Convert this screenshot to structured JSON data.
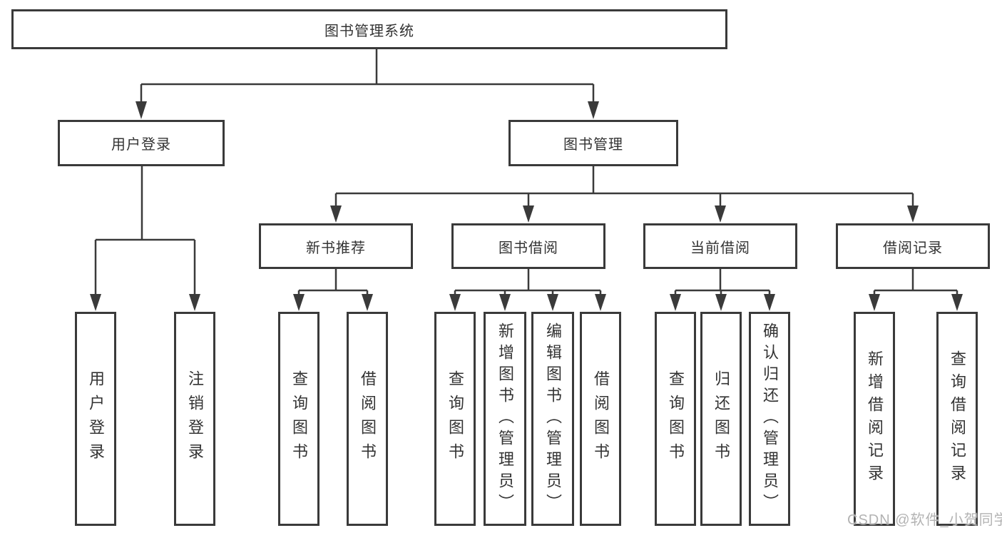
{
  "tree": {
    "root": {
      "label": "图书管理系统",
      "children": [
        {
          "label": "用户登录",
          "children": [
            {
              "label": "用户登录"
            },
            {
              "label": "注销登录"
            }
          ]
        },
        {
          "label": "图书管理",
          "children": [
            {
              "label": "新书推荐",
              "children": [
                {
                  "label": "查询图书"
                },
                {
                  "label": "借阅图书"
                }
              ]
            },
            {
              "label": "图书借阅",
              "children": [
                {
                  "label": "查询图书"
                },
                {
                  "label": "新增图书（管理员）"
                },
                {
                  "label": "编辑图书（管理员）"
                },
                {
                  "label": "借阅图书"
                }
              ]
            },
            {
              "label": "当前借阅",
              "children": [
                {
                  "label": "查询图书"
                },
                {
                  "label": "归还图书"
                },
                {
                  "label": "确认归还（管理员）"
                }
              ]
            },
            {
              "label": "借阅记录",
              "children": [
                {
                  "label": "新增借阅记录"
                },
                {
                  "label": "查询借阅记录"
                }
              ]
            }
          ]
        }
      ]
    }
  },
  "watermark": {
    "text": "CSDN @软件_小贺同学"
  },
  "colors": {
    "line": "#3a3a3a",
    "text": "#333333",
    "watermark": "#b3b3b3",
    "background": "#ffffff"
  }
}
